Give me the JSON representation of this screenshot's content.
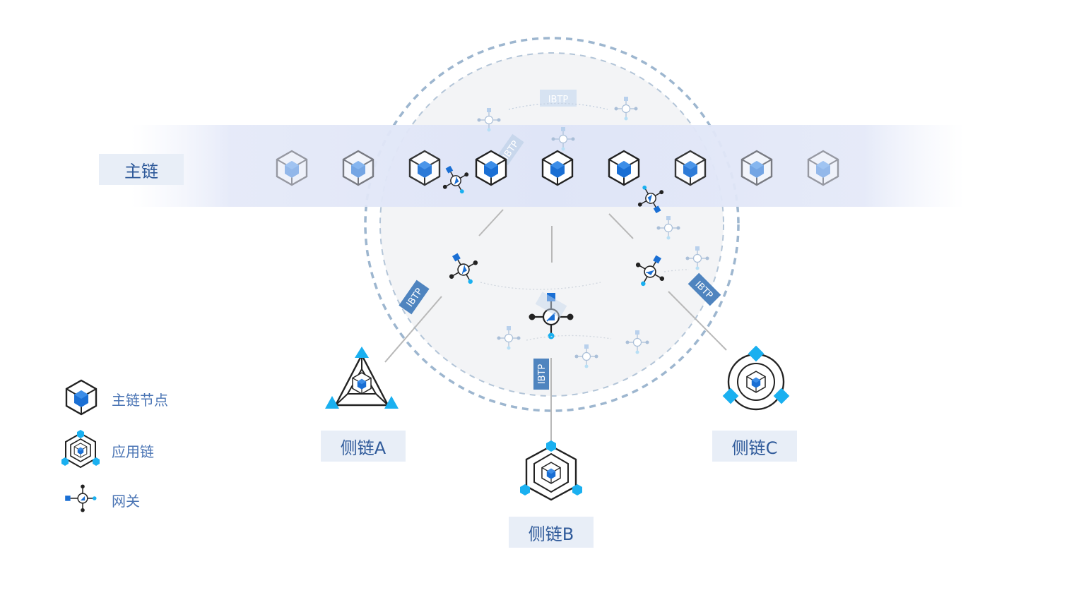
{
  "main_chain": {
    "label": "主链"
  },
  "side_chains": [
    {
      "id": "a",
      "label": "侧链A"
    },
    {
      "id": "b",
      "label": "侧链B"
    },
    {
      "id": "c",
      "label": "侧链C"
    }
  ],
  "protocol_tag": "IBTP",
  "legend": [
    {
      "icon": "main-chain-node-icon",
      "label": "主链节点"
    },
    {
      "icon": "app-chain-icon",
      "label": "应用链"
    },
    {
      "icon": "gateway-icon",
      "label": "网关"
    }
  ],
  "colors": {
    "accent_blue": "#1a6fd4",
    "light_blue": "#1ab0f0",
    "dark": "#222222",
    "dashed_ring": "#9db6cf",
    "label_bg": "#e8eef7",
    "label_text": "#2f5a9a",
    "ibtp_tag": "#4f84bf"
  }
}
